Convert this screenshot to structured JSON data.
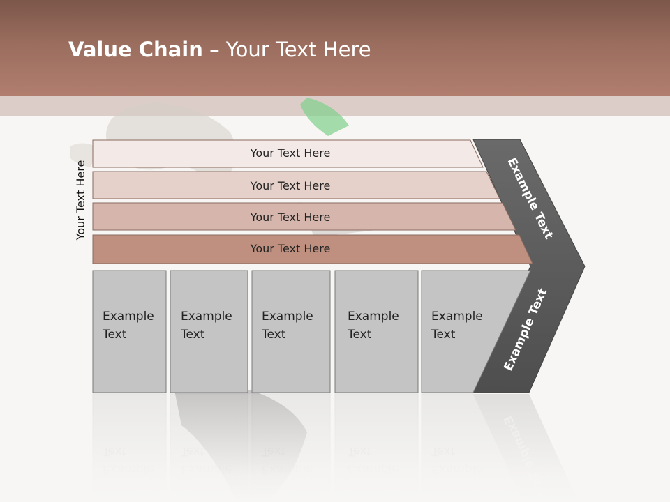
{
  "title": {
    "bold": "Value Chain",
    "rest": " – Your Text Here"
  },
  "side_label": "Your Text Here",
  "bars": [
    {
      "label": "Your Text Here",
      "color": "#f3e9e6"
    },
    {
      "label": "Your Text Here",
      "color": "#e5d0ca"
    },
    {
      "label": "Your Text Here",
      "color": "#d6b6ac"
    },
    {
      "label": "Your Text Here",
      "color": "#bf907f"
    }
  ],
  "boxes": [
    {
      "line1": "Example",
      "line2": "Text"
    },
    {
      "line1": "Example",
      "line2": "Text"
    },
    {
      "line1": "Example",
      "line2": "Text"
    },
    {
      "line1": "Example",
      "line2": "Text"
    },
    {
      "line1": "Example",
      "line2": "Text"
    }
  ],
  "chevron": {
    "upper": "Example Text",
    "lower": "Example Text"
  },
  "colors": {
    "header": "#9a6d5e",
    "bar_stroke": "#8a6a60",
    "box_fill": "#c4c4c4",
    "chevron_fill": "#5e5e5e"
  }
}
